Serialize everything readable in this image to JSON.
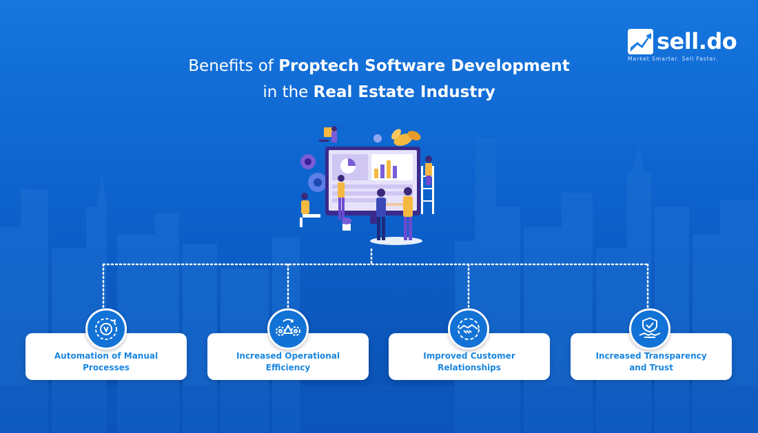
{
  "brand": {
    "name": "sell.do",
    "tagline": "Market Smarter. Sell Faster."
  },
  "title": {
    "line1_plain": "Benefits of ",
    "line1_bold": "Proptech Software Development",
    "line2_plain": "in the ",
    "line2_bold": "Real Estate Industry"
  },
  "benefits": [
    {
      "label": "Automation of Manual Processes",
      "icon": "automation-icon"
    },
    {
      "label": "Increased Operational Efficiency",
      "icon": "gears-icon"
    },
    {
      "label": "Improved Customer Relationships",
      "icon": "handshake-icon"
    },
    {
      "label": "Increased Transparency and Trust",
      "icon": "trust-icon"
    }
  ],
  "colors": {
    "background": "#0f5fc8",
    "card_text": "#1a86e0",
    "badge": "#1272d6",
    "connector": "#ffffff"
  }
}
